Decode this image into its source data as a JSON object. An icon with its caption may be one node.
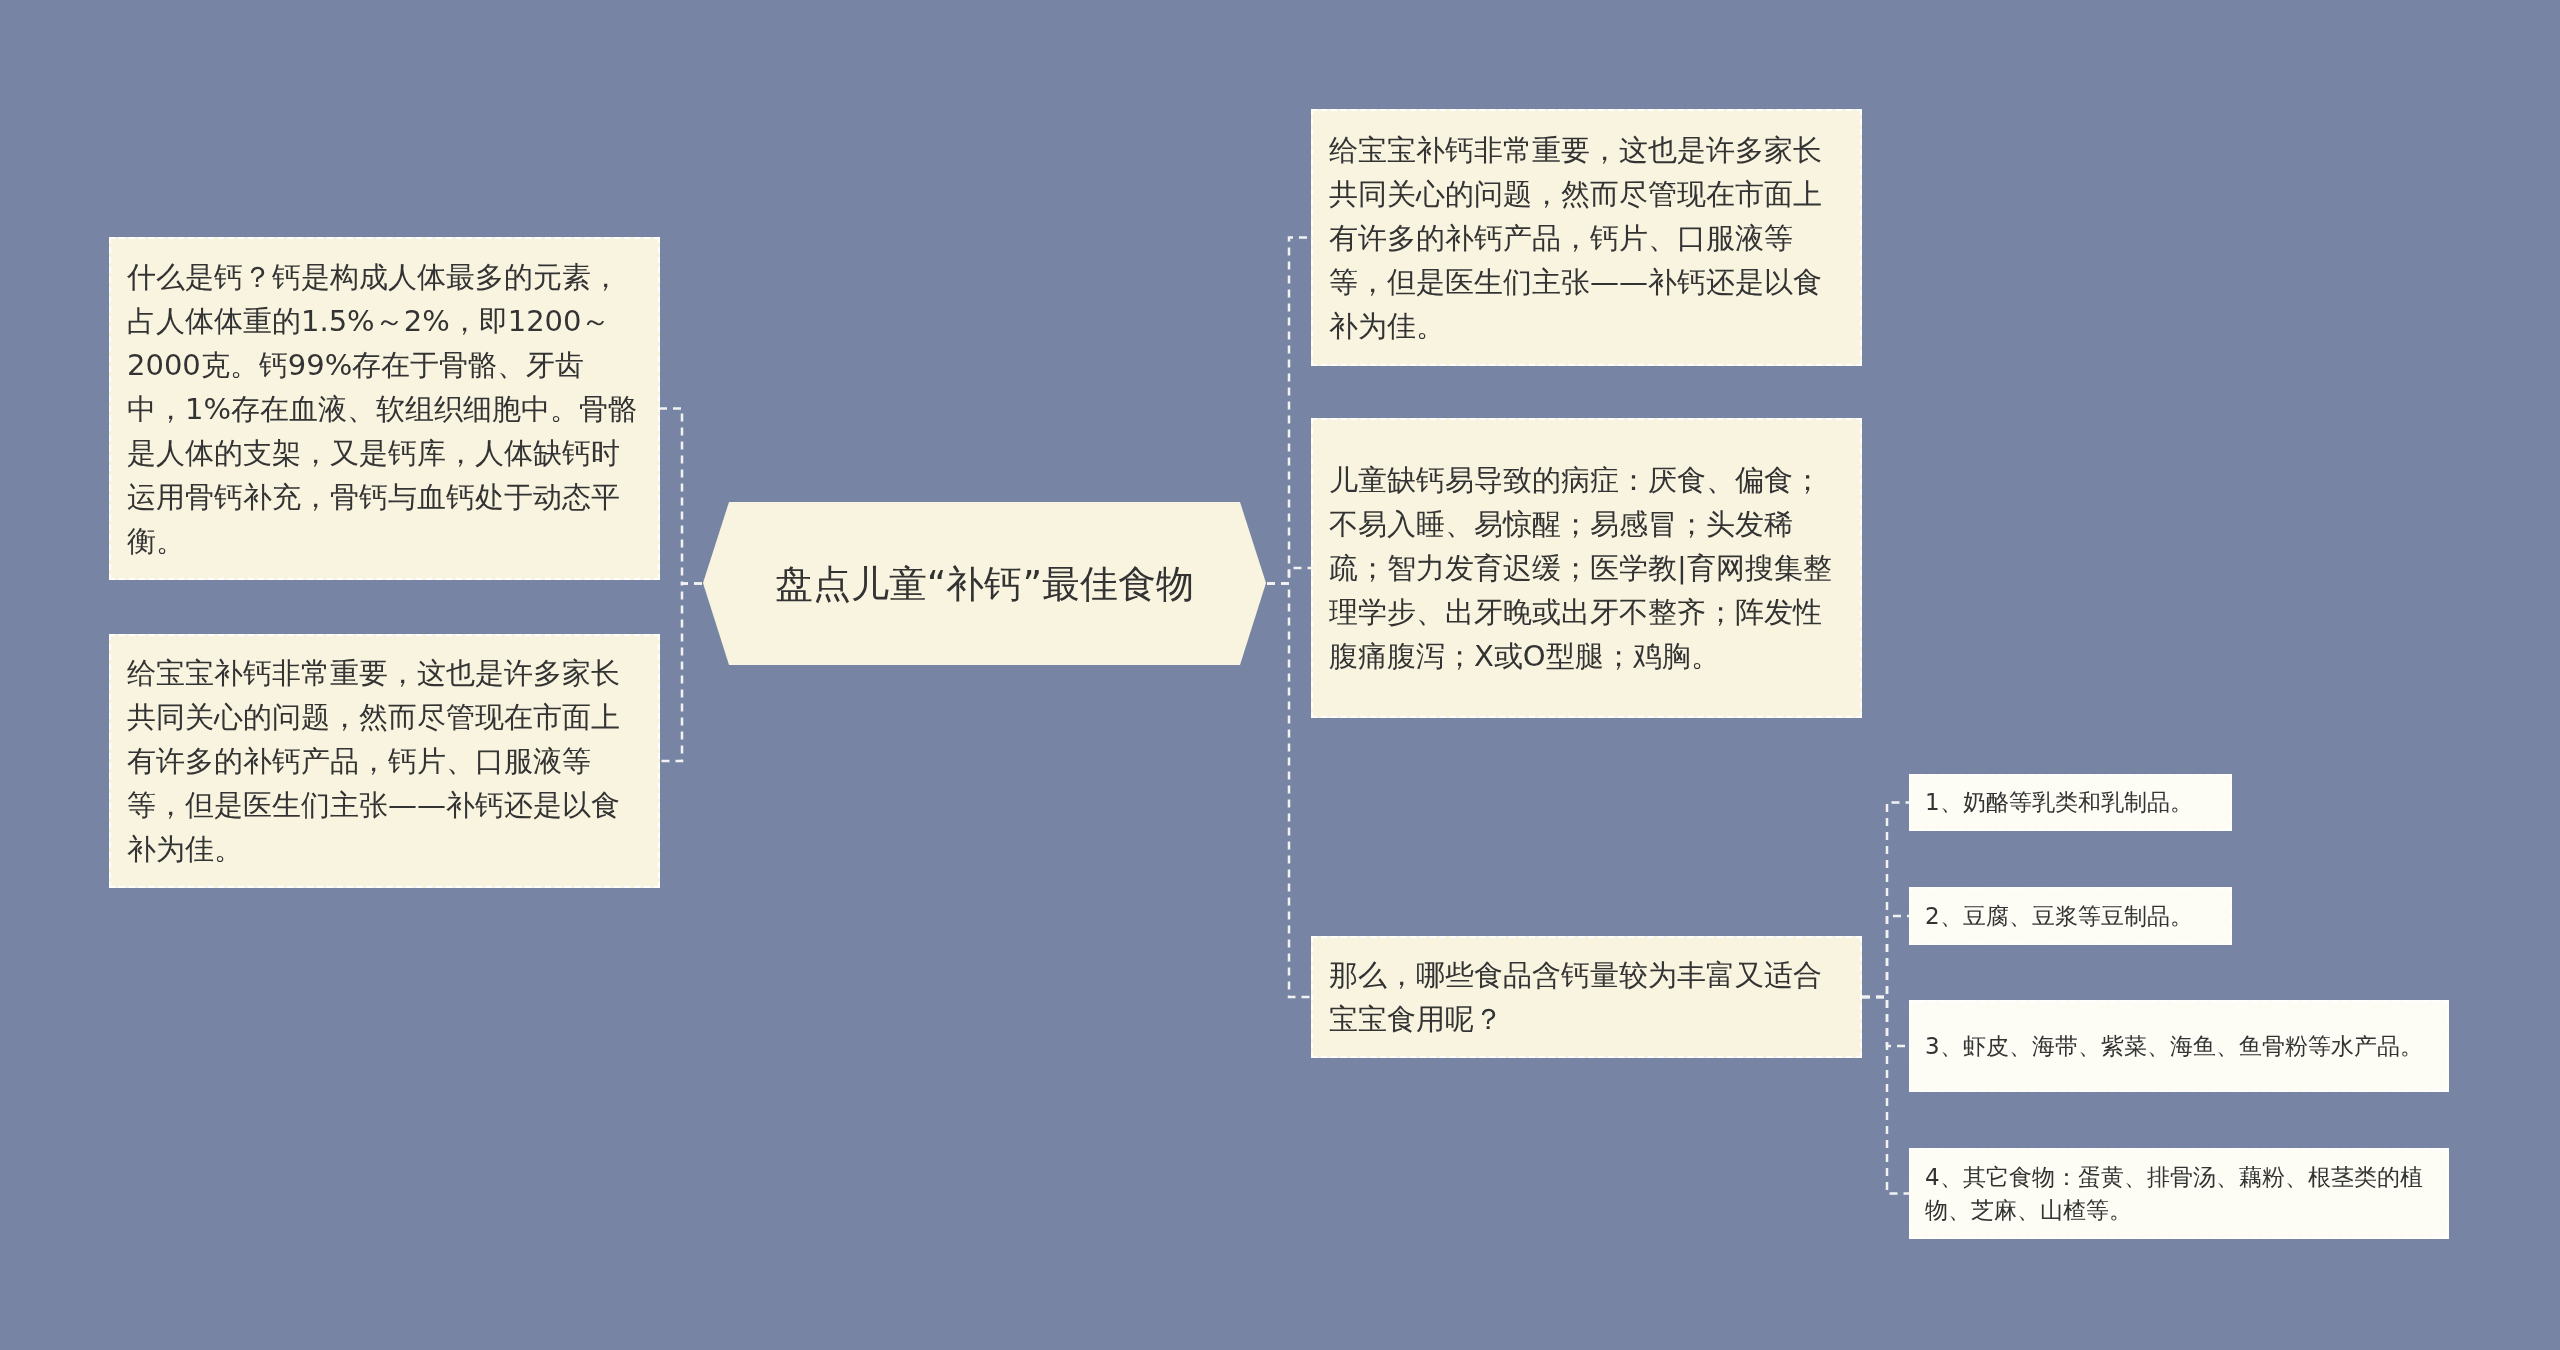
{
  "diagram": {
    "nodes": [
      {
        "text": [
          "盘点儿童“补钙”最佳食物"
        ]
      },
      {
        "text": [
          "什么是钙？钙是构成人体最多的元素，占人体体重的1.5%～2%，即1200～2000克。钙99%存在于骨骼、牙齿中，1%存在血液、软组织细胞中。骨骼是人体的支架，又是钙库，人体缺钙时运用骨钙补充，骨钙与血钙处于动态平衡。"
        ]
      },
      {
        "text": [
          "给宝宝补钙非常重要，这也是许多家长共同关心的问题，然而尽管现在市面上有许多的补钙产品，钙片、口服液等等，但是医生们主张——补钙还是以食补为佳。"
        ]
      },
      {
        "text": [
          "给宝宝补钙非常重要，这也是许多家长共同关心的问题，然而尽管现在市面上有许多的补钙产品，钙片、口服液等等，但是医生们主张——补钙还是以食补为佳。"
        ]
      },
      {
        "text": [
          "儿童缺钙易导致的病症：厌食、偏食；不易入睡、易惊醒；易感冒；头发稀疏；智力发育迟缓；医学教|育网搜集整理学步、出牙晚或出牙不整齐；阵发性腹痛腹泻；X或O型腿；鸡胸。"
        ]
      },
      {
        "text": [
          "那么，哪些食品含钙量较为丰富又适合宝宝食用呢？"
        ]
      },
      {
        "text": [
          "1、奶酪等乳类和乳制品。"
        ]
      },
      {
        "text": [
          "2、豆腐、豆浆等豆制品。"
        ]
      },
      {
        "text": [
          "3、虾皮、海带、紫菜、海鱼、鱼骨粉等水产品。"
        ]
      },
      {
        "text": [
          "4、其它食物：蛋黄、排骨汤、藕粉、根茎类的植物、芝麻、山楂等。"
        ]
      }
    ],
    "edges": [
      {
        "from": 0,
        "to": 1,
        "arrow": "none"
      },
      {
        "from": 0,
        "to": 2,
        "arrow": "none"
      },
      {
        "from": 0,
        "to": 3,
        "arrow": "none"
      },
      {
        "from": 0,
        "to": 4,
        "arrow": "none"
      },
      {
        "from": 0,
        "to": 5,
        "arrow": "none"
      },
      {
        "from": 5,
        "to": 6,
        "arrow": "none"
      },
      {
        "from": 5,
        "to": 7,
        "arrow": "none"
      },
      {
        "from": 5,
        "to": 8,
        "arrow": "none"
      },
      {
        "from": 5,
        "to": 9,
        "arrow": "none"
      }
    ]
  }
}
